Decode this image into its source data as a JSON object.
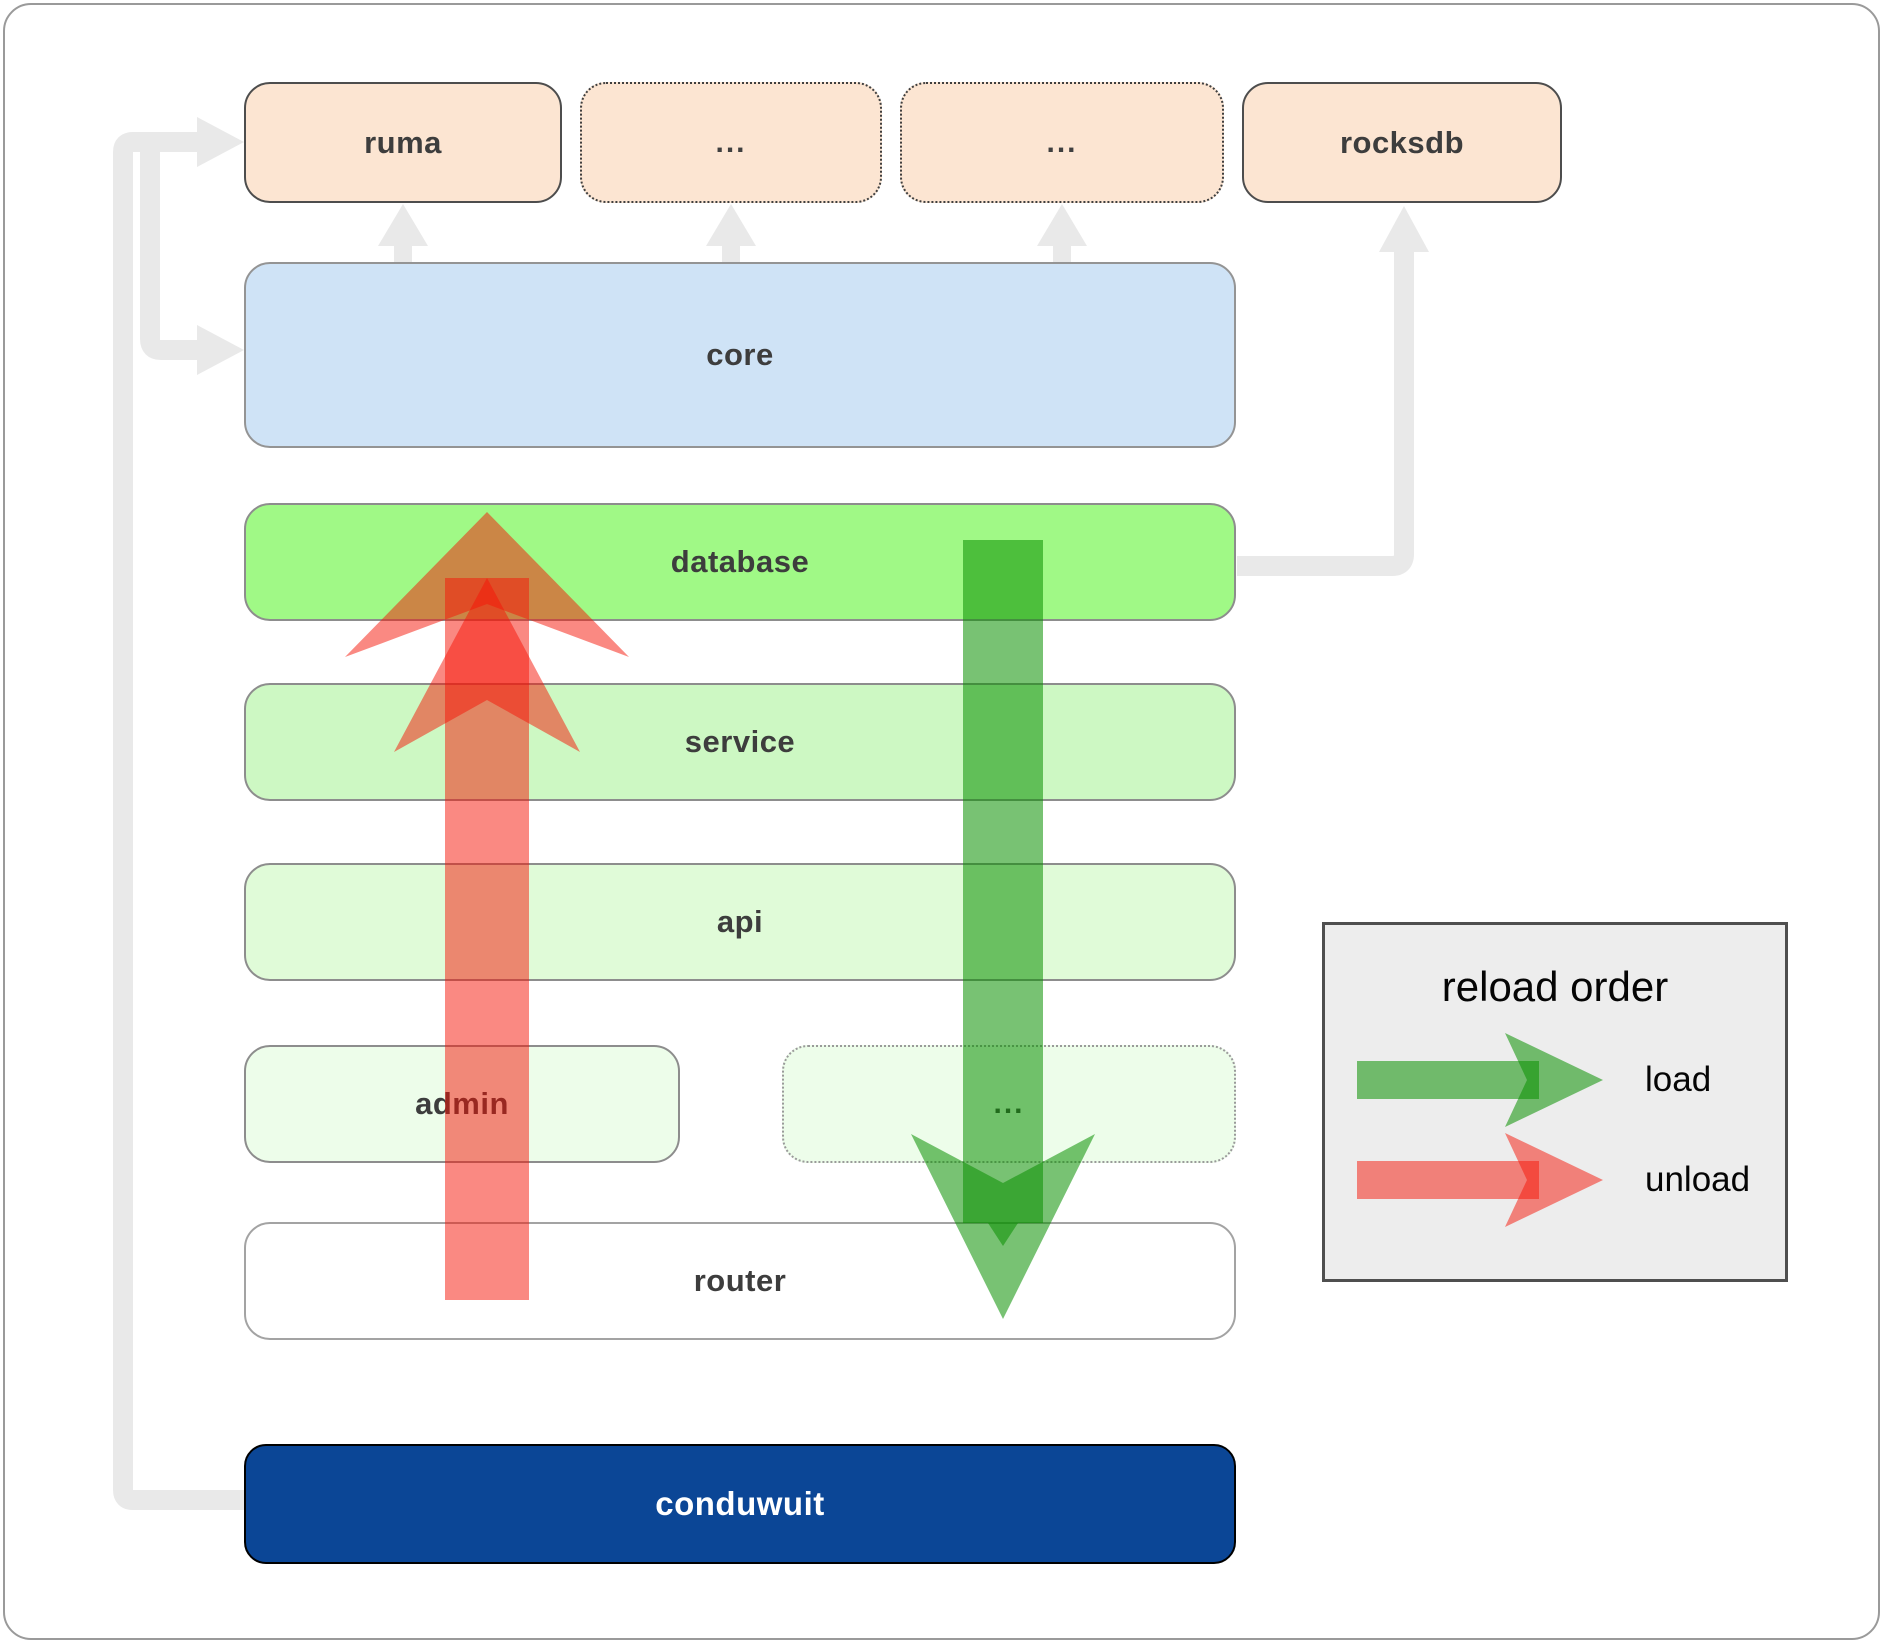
{
  "diagram": {
    "top_row": [
      {
        "label": "ruma",
        "border": "solid"
      },
      {
        "label": "...",
        "border": "dotted"
      },
      {
        "label": "...",
        "border": "dotted"
      },
      {
        "label": "rocksdb",
        "border": "solid"
      }
    ],
    "layers": {
      "core": "core",
      "database": "database",
      "service": "service",
      "api": "api",
      "admin": "admin",
      "admin_more": "...",
      "router": "router",
      "app": "conduwuit"
    },
    "flow_arrows": [
      {
        "icon": "load-down-arrow-icon",
        "meaning": "load",
        "color": "#0a8f00"
      },
      {
        "icon": "unload-up-arrow-icon",
        "meaning": "unload",
        "color": "#f51405"
      }
    ],
    "connector_color": "#e9e9e9"
  },
  "legend": {
    "title": "reload order",
    "items": [
      {
        "label": "load",
        "icon": "green-right-arrow-icon",
        "color": "#0a8f00"
      },
      {
        "label": "unload",
        "icon": "red-right-arrow-icon",
        "color": "#f51405"
      }
    ]
  },
  "colors": {
    "peach_module": "#fce5d2",
    "core_blue": "#cfe3f6",
    "database_green": "#a0f986",
    "service_green": "#cdf8c3",
    "api_green": "#e0fbd8",
    "admin_green": "#edfdea",
    "router_white": "#ffffff",
    "app_blue": "#0b4696",
    "legend_bg": "#ededed"
  }
}
